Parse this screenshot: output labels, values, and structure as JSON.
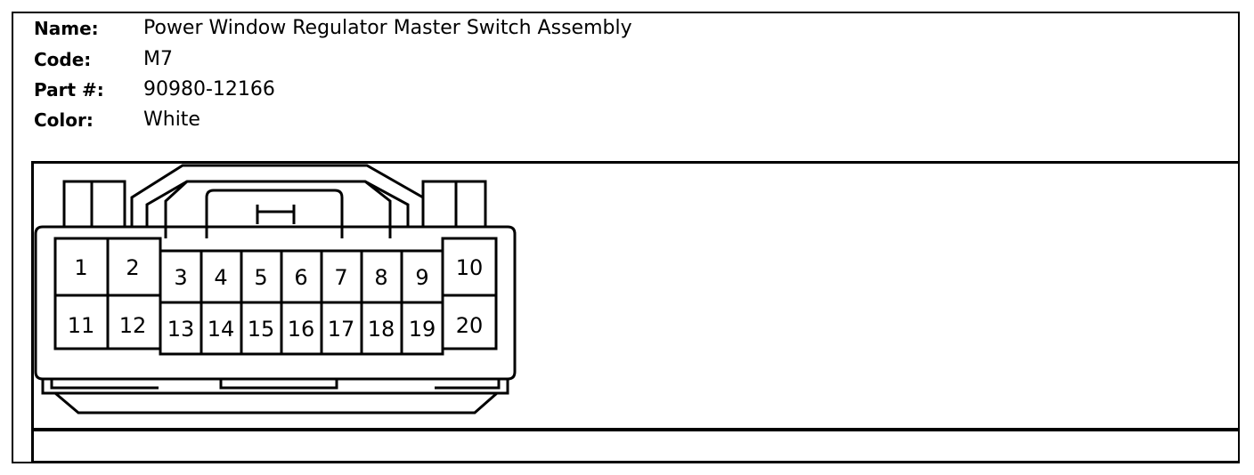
{
  "connector": {
    "name_label": "Name:",
    "name_value": "Power Window Regulator Master Switch Assembly",
    "code_label": "Code:",
    "code_value": "M7",
    "part_label": "Part #:",
    "part_value": "90980-12166",
    "color_label": "Color:",
    "color_value": "White"
  },
  "pins": {
    "top_row": [
      "1",
      "2",
      "3",
      "4",
      "5",
      "6",
      "7",
      "8",
      "9",
      "10"
    ],
    "bottom_row": [
      "11",
      "12",
      "13",
      "14",
      "15",
      "16",
      "17",
      "18",
      "19",
      "20"
    ]
  }
}
